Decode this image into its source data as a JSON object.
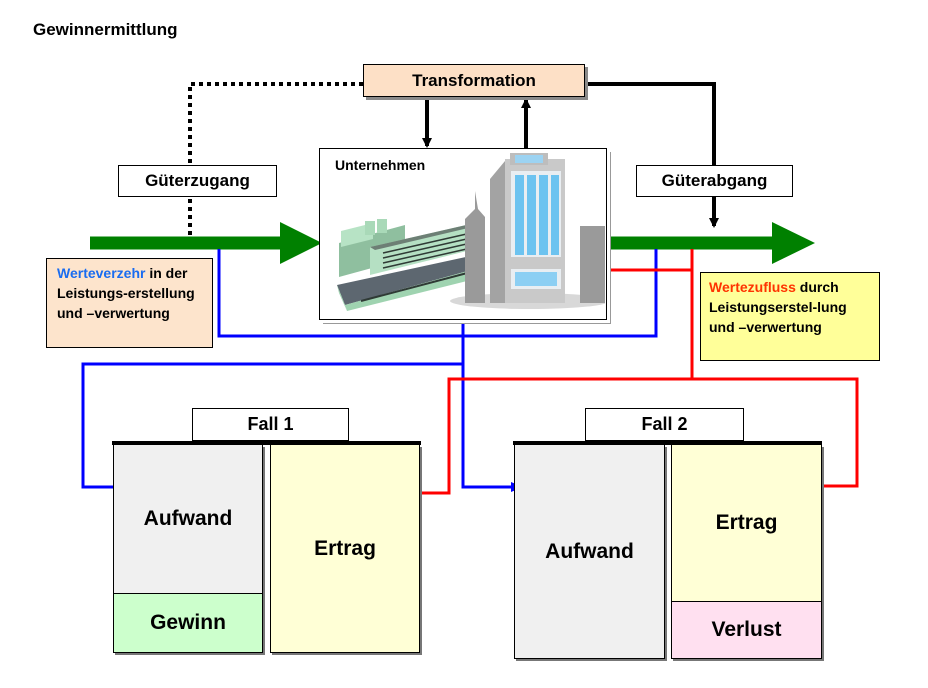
{
  "title": "Gewinnermittlung",
  "nodes": {
    "transformation": "Transformation",
    "gueterzugang": "Güterzugang",
    "gueterabgang": "Güterabgang",
    "unternehmen": "Unternehmen"
  },
  "notes": {
    "werteverzehr": {
      "highlight": "Werteverzehr",
      "rest": " in der Leistungs-erstellung und –verwertung",
      "highlight_color": "#1a6cf0"
    },
    "wertezufluss": {
      "highlight": "Wertezufluss",
      "rest": " durch Leistungserstel-lung und –verwertung",
      "highlight_color": "#ff3300"
    }
  },
  "cases": [
    {
      "label": "Fall 1",
      "left_column": [
        {
          "label": "Aufwand",
          "color": "#f0f0f0"
        },
        {
          "label": "Gewinn",
          "color": "#ccffcc"
        }
      ],
      "right_column": [
        {
          "label": "Ertrag",
          "color": "#ffffd6"
        }
      ]
    },
    {
      "label": "Fall 2",
      "left_column": [
        {
          "label": "Aufwand",
          "color": "#f0f0f0"
        }
      ],
      "right_column": [
        {
          "label": "Ertrag",
          "color": "#ffffd6"
        },
        {
          "label": "Verlust",
          "color": "#ffe0f0"
        }
      ]
    }
  ],
  "colors": {
    "goods_flow": "#008000",
    "expense_flow": "#0000ff",
    "revenue_flow": "#ff0000",
    "control_flow": "#000000"
  }
}
